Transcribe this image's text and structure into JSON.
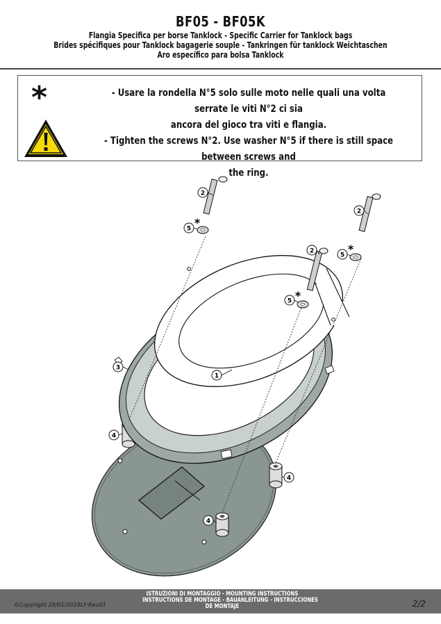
{
  "header": {
    "title": "BF05 - BF05K",
    "subtitles": [
      "Flangia Specifica per borse Tanklock - Specific Carrier for Tanklock bags",
      "Brides spécifiques pour Tanklock bagagerie souple - Tankringen für tanklock Weichtaschen",
      "Aro específico para bolsa Tanklock"
    ]
  },
  "warning": {
    "asterisk": "*",
    "icon": "warning-triangle-icon",
    "lines": [
      "- Usare la rondella N°5 solo sulle moto nelle quali una volta serrate le viti N°2 ci sia",
      "ancora del gioco tra viti e flangia.",
      "- Tighten the screws N°2. Use washer N°5 if there is still space between screws and",
      "the ring."
    ]
  },
  "diagram": {
    "labels": {
      "screw_left": "2",
      "screw_right": "2",
      "screw_center": "2",
      "washer_left": "5",
      "washer_right": "5",
      "washer_center": "5",
      "asterisk": "*",
      "ring": "1",
      "flange": "3",
      "spacer_left": "4",
      "spacer_right": "4",
      "spacer_bottom": "4"
    }
  },
  "footer": {
    "copyright": "©Copyright 29/01/2019LF-Rev01",
    "lines": [
      "ISTRUZIONI DI MONTAGGIO  -  MOUNTING INSTRUCTIONS",
      "INSTRUCTIONS DE MONTAGE - BAUANLEITUNG - INSTRUCCIONES",
      "DE MONTAJE"
    ],
    "page": "2/2"
  }
}
